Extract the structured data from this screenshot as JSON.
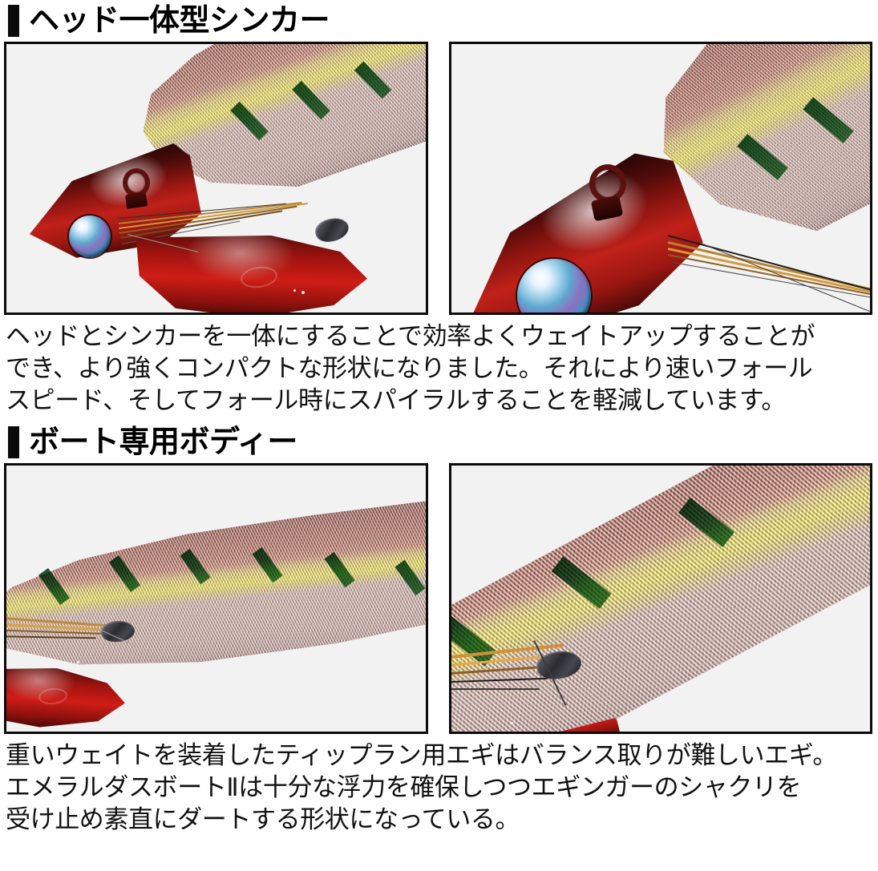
{
  "page": {
    "background": "#ffffff",
    "accent_black": "#0a0a0a",
    "frame_border": "#0b0b0b",
    "frame_fill": "#f2f2f2"
  },
  "sections": [
    {
      "id": "head-integrated-sinker",
      "heading": "ヘッド一体型シンカー",
      "photos": [
        {
          "name": "egi-head-sinker-side-view",
          "caption_alt": "赤いヘッド一体型シンカーを備えたエギの前部側面",
          "parts": [
            "eye-ring",
            "holographic-eye",
            "red-metallic-head",
            "red-sinker-fin",
            "mesh-cloth-body",
            "green-stripes",
            "yellow-stripe",
            "hook-bristles"
          ]
        },
        {
          "name": "egi-head-sinker-closeup-angled",
          "caption_alt": "赤いヘッドとアイリングの斜め接写",
          "parts": [
            "eye-ring",
            "holographic-eye",
            "red-metallic-head",
            "mesh-cloth-body",
            "green-stripes",
            "yellow-stripe",
            "hook-bristles"
          ]
        }
      ],
      "paragraph_lines": [
        "ヘッドとシンカーを一体にすることで効率よくウェイトアップすることが",
        "でき、より強くコンパクトな形状になりました。それにより速いフォール",
        "スピード、そしてフォール時にスパイラルすることを軽減しています。"
      ]
    },
    {
      "id": "boat-dedicated-body",
      "heading": "ボート専用ボディー",
      "photos": [
        {
          "name": "egi-boat-body-side-view",
          "caption_alt": "ボート専用ボディーの側面全体",
          "parts": [
            "mesh-cloth-body",
            "green-stripes",
            "yellow-stripe",
            "red-sinker-fin",
            "hook-bristles",
            "hook-knob"
          ]
        },
        {
          "name": "egi-boat-body-closeup-angled",
          "caption_alt": "布巻きボディーのメッシュ質感の接写",
          "parts": [
            "mesh-cloth-body",
            "green-stripes",
            "yellow-stripe",
            "hook-knob",
            "hook-bristles"
          ]
        }
      ],
      "paragraph_lines": [
        "重いウェイトを装着したティップラン用エギはバランス取りが難しいエギ。",
        "エメラルダスボートⅡは十分な浮力を確保しつつエギンガーのシャクリを",
        "受け止め素直にダートする形状になっている。"
      ]
    }
  ],
  "colors": {
    "head_red": "#c0211a",
    "head_red_dark": "#4e0b09",
    "stripe_green": "#1d6b2b",
    "stripe_yellow": "#f2ef2c",
    "body_brown": "#93412f",
    "body_pink_grey": "#c6a89d",
    "sinker_red": "#cf1d16",
    "text_black": "#111111"
  }
}
